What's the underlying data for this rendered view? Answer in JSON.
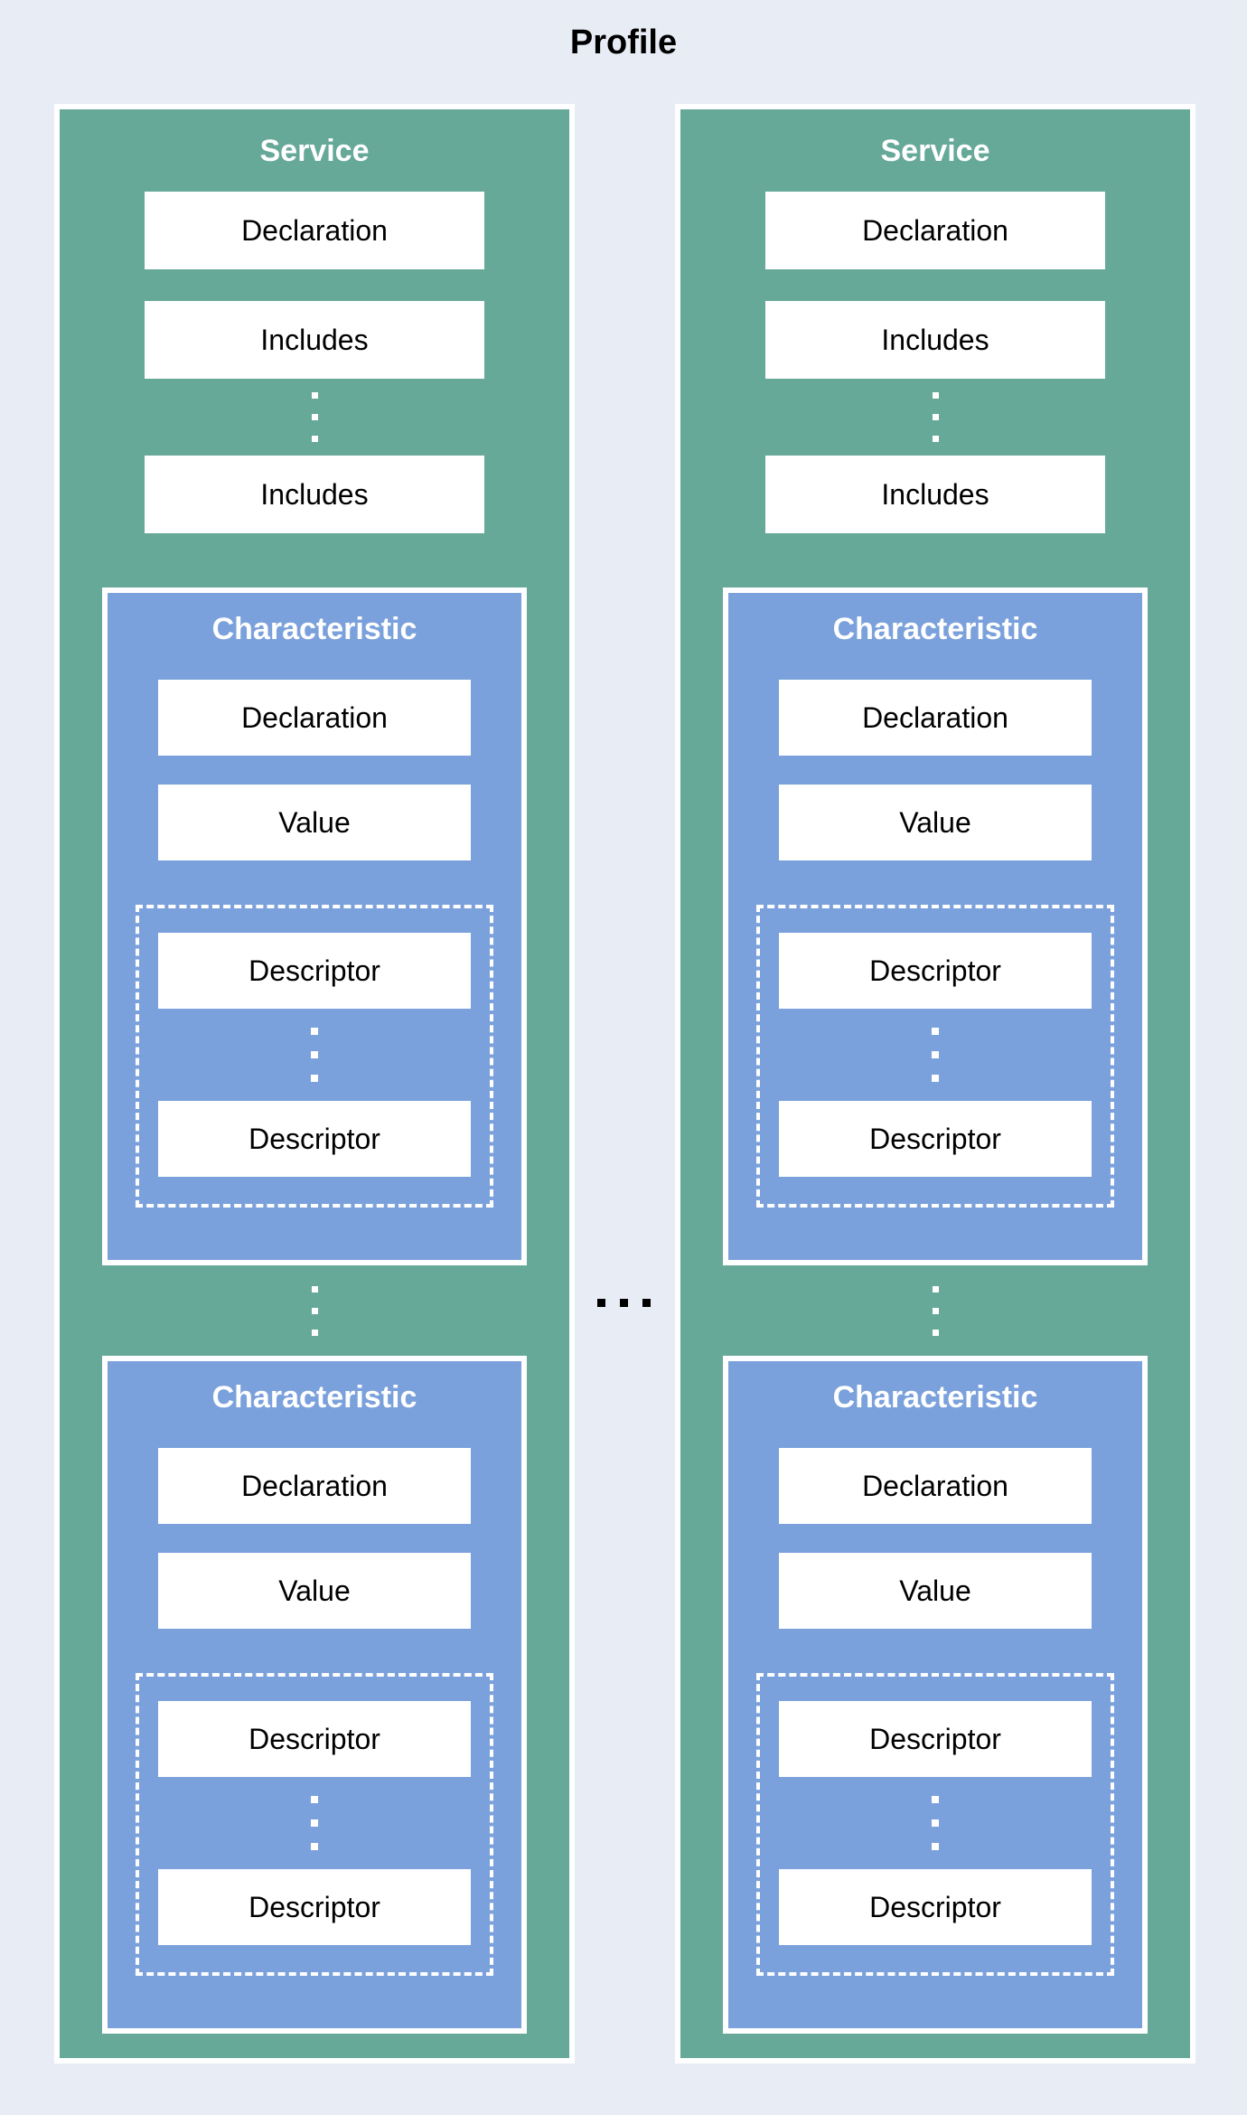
{
  "title": "Profile",
  "colors": {
    "background": "#E8EDF5",
    "service_fill": "#66A999",
    "characteristic_fill": "#7BA1DC",
    "box_fill": "#FFFFFF",
    "header_text": "#FFFFFF",
    "box_text": "#000000",
    "middle_ellipsis_color": "#000000"
  },
  "icons": {
    "vertical_ellipsis": "⋮",
    "horizontal_ellipsis": "⋯"
  },
  "services": [
    {
      "title": "Service",
      "declaration": "Declaration",
      "includes_top": "Includes",
      "includes_bottom": "Includes",
      "characteristics": [
        {
          "title": "Characteristic",
          "declaration": "Declaration",
          "value": "Value",
          "descriptor_top": "Descriptor",
          "descriptor_bottom": "Descriptor"
        },
        {
          "title": "Characteristic",
          "declaration": "Declaration",
          "value": "Value",
          "descriptor_top": "Descriptor",
          "descriptor_bottom": "Descriptor"
        }
      ]
    },
    {
      "title": "Service",
      "declaration": "Declaration",
      "includes_top": "Includes",
      "includes_bottom": "Includes",
      "characteristics": [
        {
          "title": "Characteristic",
          "declaration": "Declaration",
          "value": "Value",
          "descriptor_top": "Descriptor",
          "descriptor_bottom": "Descriptor"
        },
        {
          "title": "Characteristic",
          "declaration": "Declaration",
          "value": "Value",
          "descriptor_top": "Descriptor",
          "descriptor_bottom": "Descriptor"
        }
      ]
    }
  ]
}
